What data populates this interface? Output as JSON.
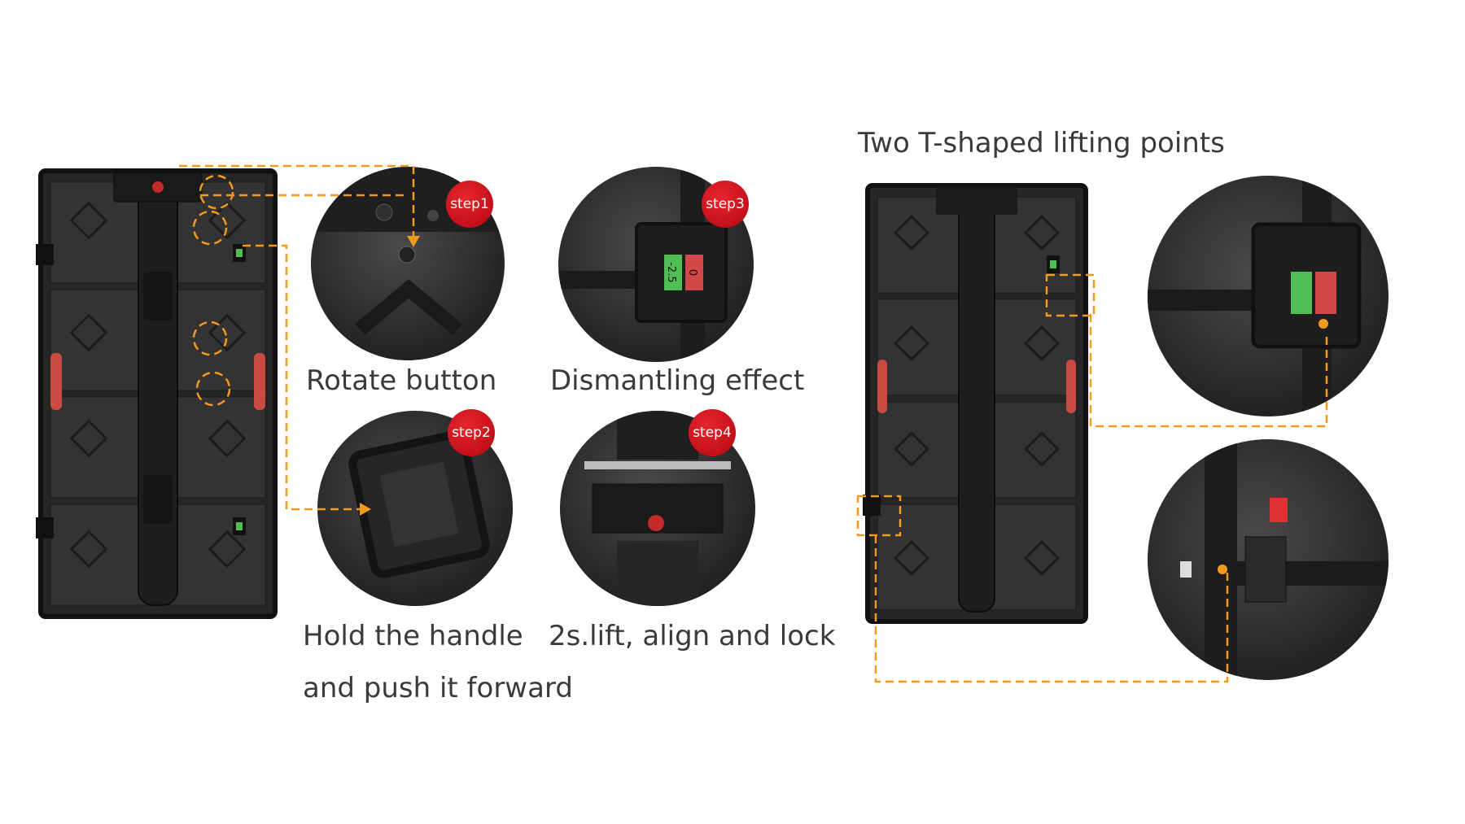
{
  "right_section": {
    "title": "Two T-shaped lifting points"
  },
  "steps": [
    {
      "badge": "step1",
      "caption": "Rotate button"
    },
    {
      "badge": "step2",
      "caption_line1": "Hold the handle",
      "caption_line2": "and push it forward"
    },
    {
      "badge": "step3",
      "caption": "Dismantling effect"
    },
    {
      "badge": "step4",
      "caption": "2s.lift, align and lock"
    }
  ],
  "lock_labels": {
    "green": "-2.5",
    "red": "0"
  },
  "colors": {
    "dashed_line": "#f39a1e",
    "badge": "#d0121b",
    "panel": "#2a2a2a",
    "handle": "#d1554c",
    "indicator_green": "#4fbf55"
  }
}
